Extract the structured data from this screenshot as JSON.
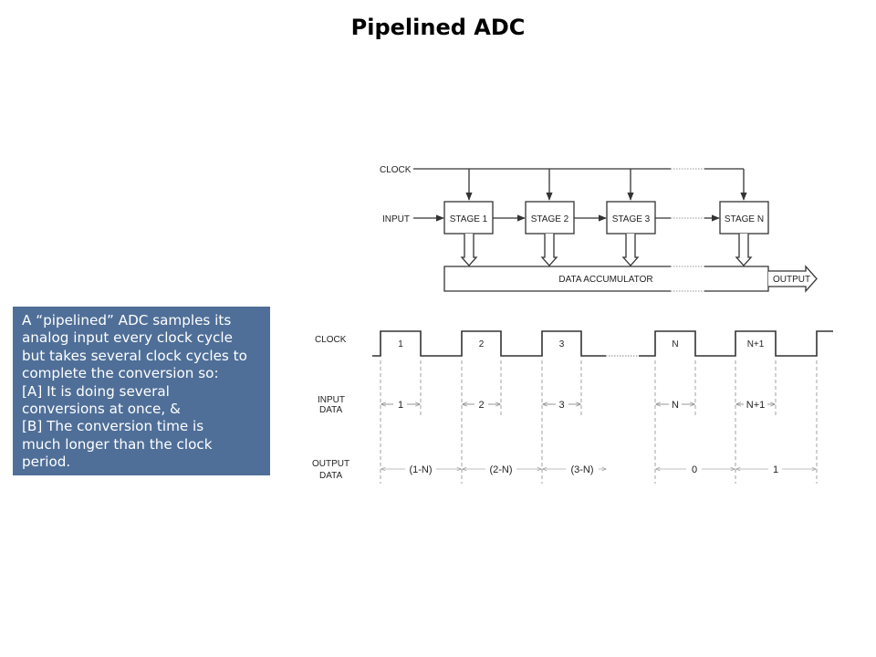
{
  "title": "Pipelined ADC",
  "description": {
    "lines": [
      "A “pipelined” ADC samples its",
      "analog input every clock cycle",
      "but takes several clock cycles to",
      "complete the conversion so:",
      "[A] It is doing several",
      "conversions at once, &",
      "[B] The conversion time is",
      "much  longer than the clock",
      "period."
    ]
  },
  "block_diagram": {
    "clock_label": "CLOCK",
    "input_label": "INPUT",
    "output_label": "OUTPUT",
    "accumulator_label": "DATA ACCUMULATOR",
    "stages": [
      "STAGE 1",
      "STAGE 2",
      "STAGE 3",
      "STAGE N"
    ]
  },
  "timing_diagram": {
    "row_labels": {
      "clock": "CLOCK",
      "input_line1": "INPUT",
      "input_line2": "DATA",
      "output_line1": "OUTPUT",
      "output_line2": "DATA"
    },
    "clock_pulses": [
      "1",
      "2",
      "3",
      "N",
      "N+1"
    ],
    "input_data": [
      "1",
      "2",
      "3",
      "N",
      "N+1"
    ],
    "output_data": [
      "(1-N)",
      "(2-N)",
      "(3-N)",
      "0",
      "1"
    ]
  },
  "colors": {
    "textbox_bg": "#4f6f98",
    "line": "#333333",
    "dashed": "#999999"
  }
}
